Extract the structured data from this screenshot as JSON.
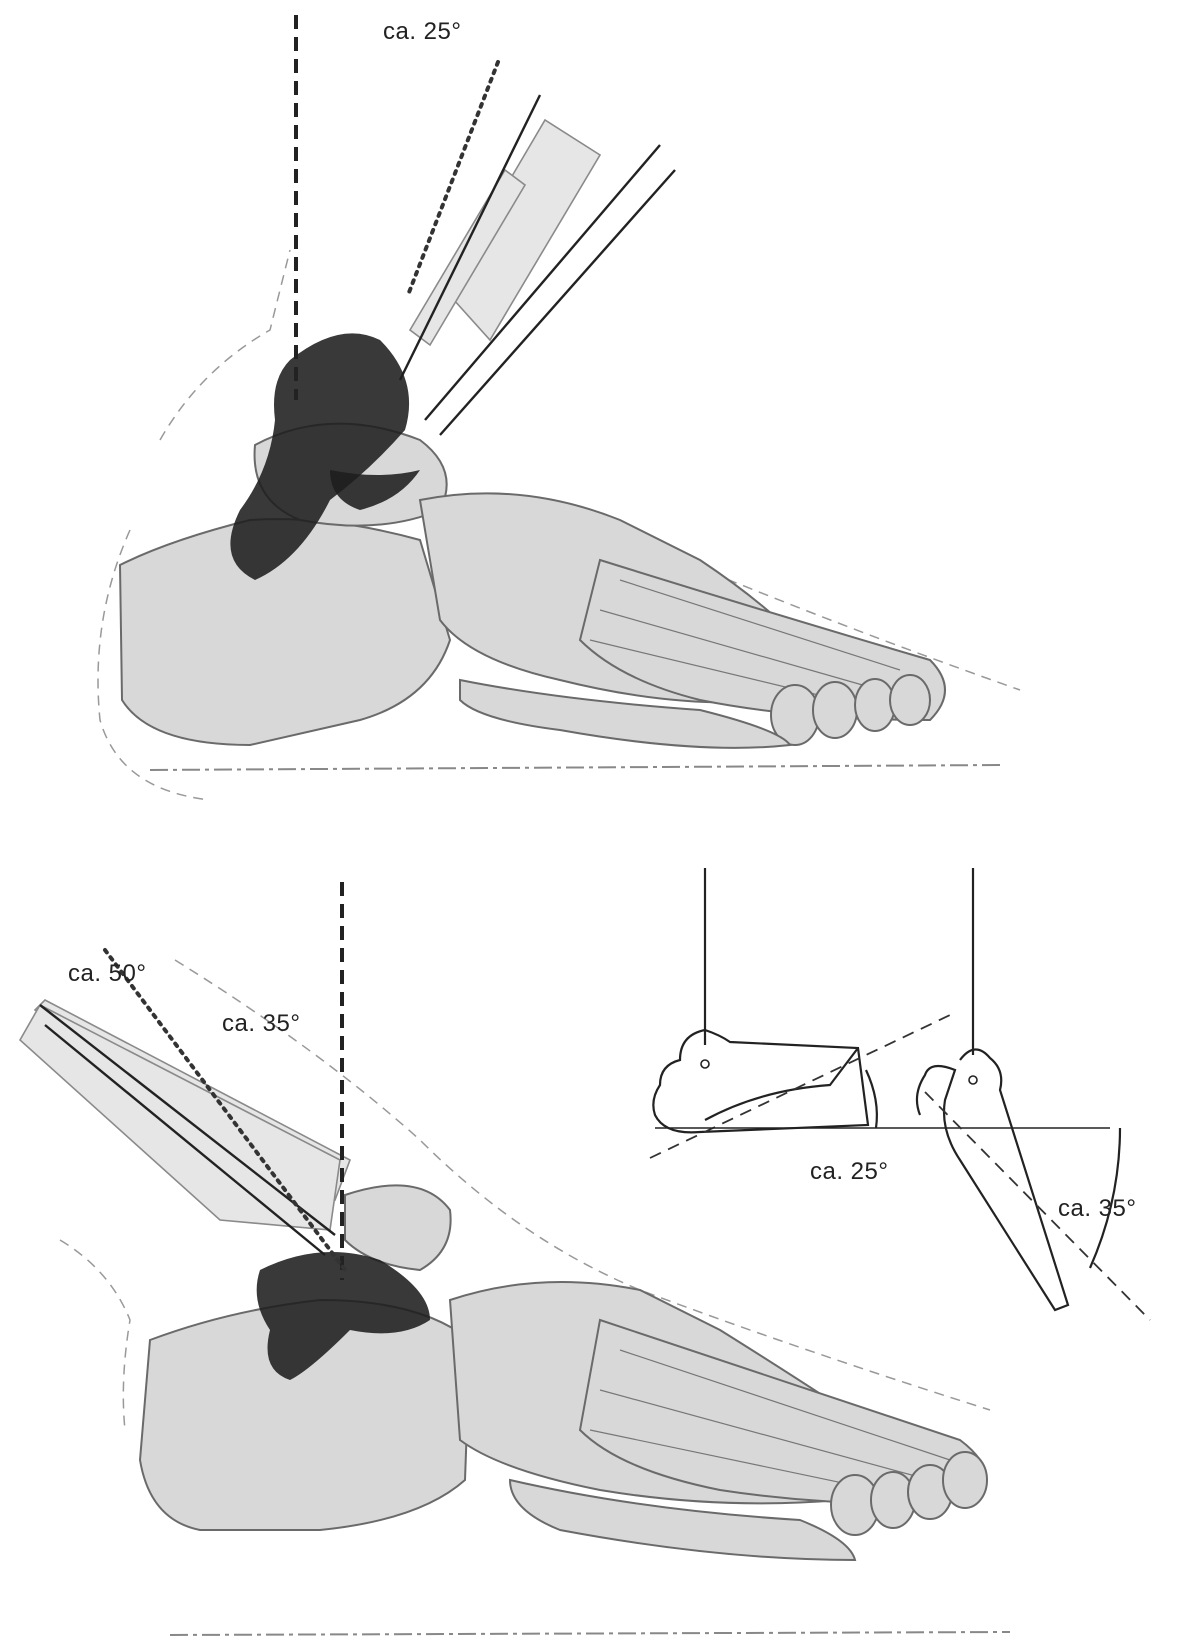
{
  "figure": {
    "top_view": {
      "angle_label": "ca. 25°"
    },
    "bottom_view": {
      "angle_label_a": "ca. 50°",
      "angle_label_b": "ca. 35°"
    },
    "inset": {
      "left_angle_label": "ca. 25°",
      "right_angle_label": "ca. 35°"
    }
  }
}
